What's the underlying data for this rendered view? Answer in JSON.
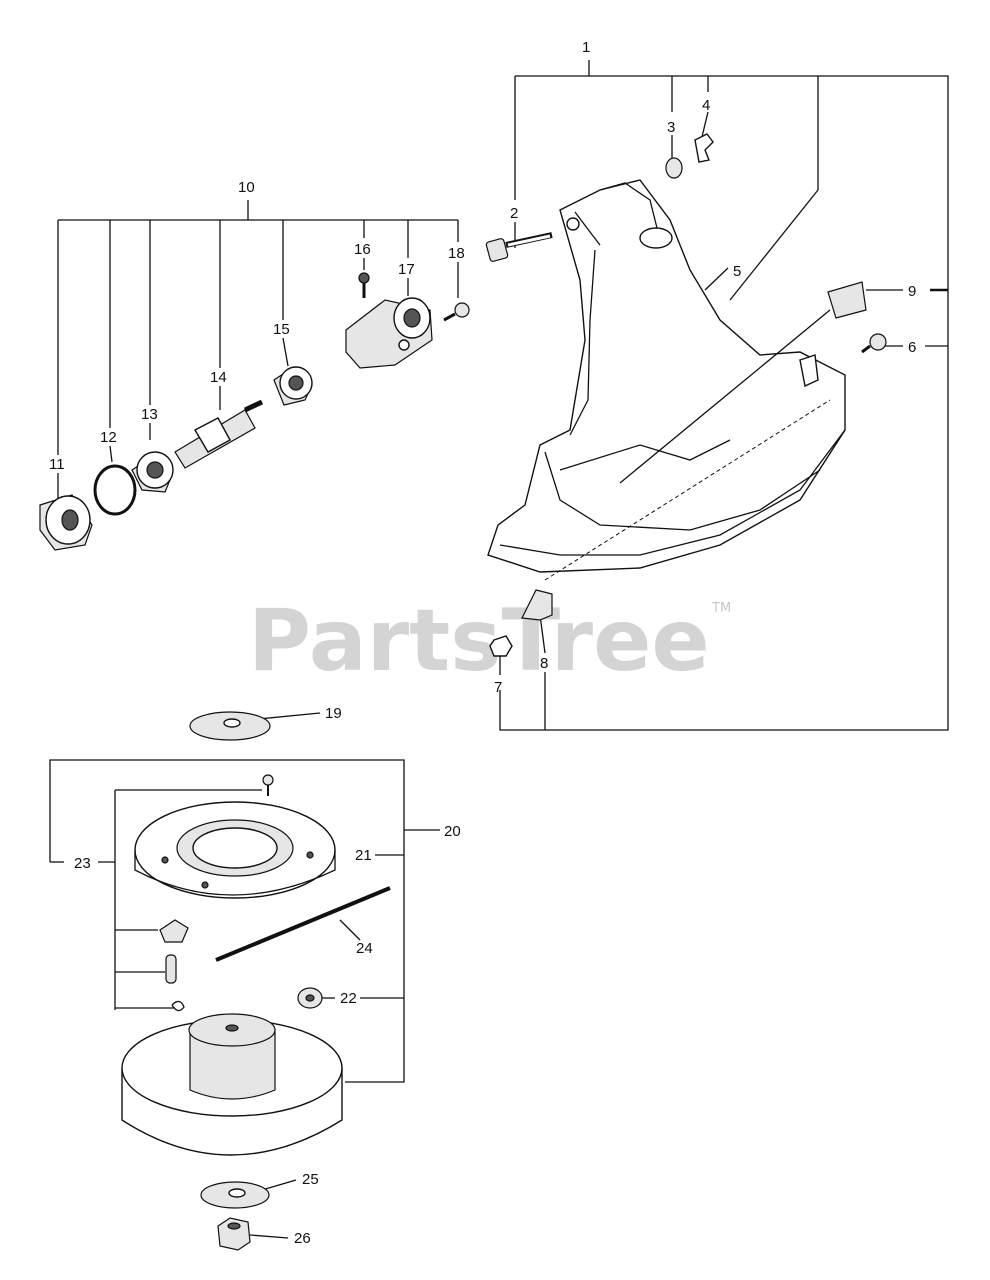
{
  "watermark": {
    "text": "PartsTree",
    "trademark": "TM"
  },
  "callouts": [
    "1",
    "2",
    "3",
    "4",
    "5",
    "6",
    "7",
    "8",
    "9",
    "10",
    "11",
    "12",
    "13",
    "14",
    "15",
    "16",
    "17",
    "18",
    "19",
    "20",
    "21",
    "22",
    "23",
    "24",
    "25",
    "26"
  ]
}
